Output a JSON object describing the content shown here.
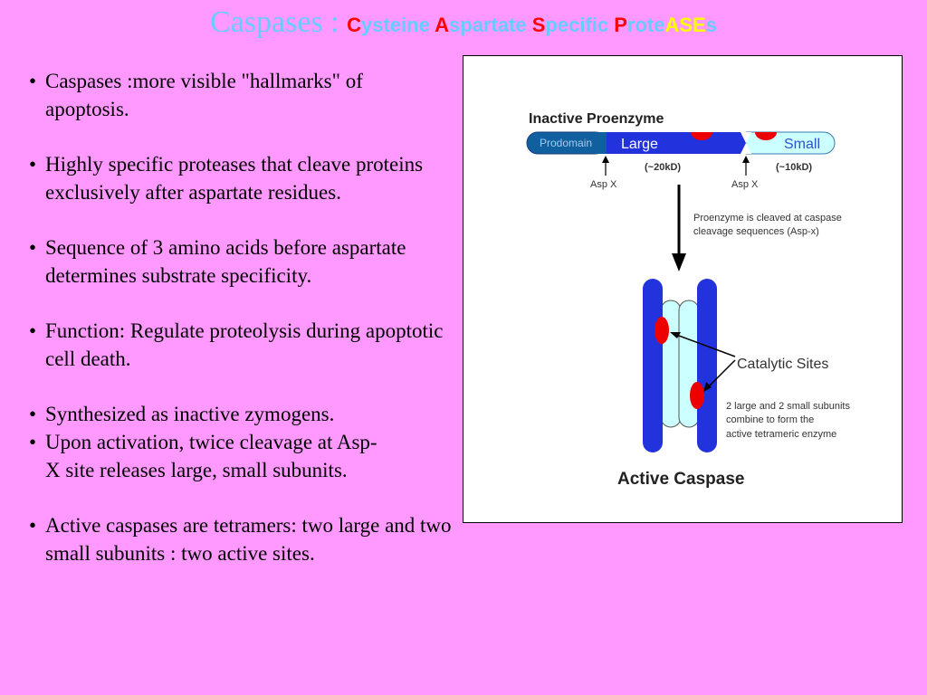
{
  "title": {
    "lead": "Caspases : ",
    "segments": [
      {
        "text": "C",
        "color": "#ff0000"
      },
      {
        "text": "ysteine ",
        "color": "#66ccff"
      },
      {
        "text": "A",
        "color": "#ff0000"
      },
      {
        "text": "spartate ",
        "color": "#66ccff"
      },
      {
        "text": "S",
        "color": "#ff0000"
      },
      {
        "text": "pecific ",
        "color": "#66ccff"
      },
      {
        "text": "P",
        "color": "#ff0000"
      },
      {
        "text": "rote",
        "color": "#66ccff"
      },
      {
        "text": "ASE",
        "color": "#ffff00"
      },
      {
        "text": "s",
        "color": "#66ccff"
      }
    ]
  },
  "bullets": [
    {
      "text": "Caspases :more visible \"hallmarks\" of\n apoptosis.",
      "gap_after": true
    },
    {
      "text": "Highly specific proteases that cleave proteins exclusively after aspartate residues.",
      "gap_after": true
    },
    {
      "text": "Sequence of 3 amino acids before aspartate determines substrate specificity.",
      "gap_after": true
    },
    {
      "text": "Function: Regulate proteolysis during apoptotic cell death.",
      "gap_after": true
    },
    {
      "text": "Synthesized as inactive zymogens.",
      "gap_after": false
    },
    {
      "text": " Upon activation, twice cleavage at Asp-\n X site releases large, small subunits.",
      "gap_after": true
    },
    {
      "text": "Active caspases are tetramers: two large and two small subunits : two  active sites.",
      "gap_after": false
    }
  ],
  "figure": {
    "proenzyme_title": "Inactive Proenzyme",
    "prodomain_label": "Prodomain",
    "large_label": "Large",
    "small_label": "Small",
    "large_kd": "(~20kD)",
    "small_kd": "(~10kD)",
    "asp_left": "Asp X",
    "asp_right": "Asp X",
    "cleave_line1": "Proenzyme is cleaved at caspase",
    "cleave_line2": "cleavage sequences (Asp-x)",
    "catalytic_label": "Catalytic Sites",
    "combine_line1": "2 large and 2 small subunits",
    "combine_line2": "combine to form the",
    "combine_line3": "active tetrameric enzyme",
    "active_title": "Active Caspase",
    "colors": {
      "prodomain": "#1060a0",
      "large": "#2233dd",
      "small": "#ccffff",
      "site": "#ee0000"
    }
  }
}
